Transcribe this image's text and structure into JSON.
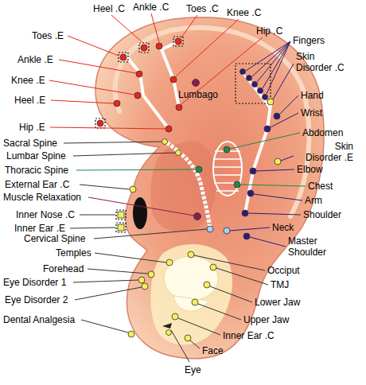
{
  "diagram": {
    "labels": [
      "Heel .C",
      "Ankle .C",
      "Toes .C",
      "Knee .C",
      "Hip .C",
      "Fingers",
      "Toes .E",
      "Skin Disorder .C",
      "Ankle .E",
      "Knee .E",
      "Hand",
      "Lumbago",
      "Heel .E",
      "Wrist",
      "Hip .E",
      "Abdomen",
      "Sacral Spine",
      "Skin Disorder .E",
      "Lumbar Spine",
      "Elbow",
      "Thoracic Spine",
      "External Ear .C",
      "Chest",
      "Muscle Relaxation",
      "Arm",
      "Inner Nose .C",
      "Shoulder",
      "Inner Ear .E",
      "Neck",
      "Cervical Spine",
      "Master Shoulder",
      "Temples",
      "Forehead",
      "Occiput",
      "Eye Disorder 1",
      "TMJ",
      "Eye Disorder 2",
      "Lower Jaw",
      "Dental Analgesia",
      "Upper Jaw",
      "Inner Ear .C",
      "Face",
      "Eye"
    ]
  }
}
